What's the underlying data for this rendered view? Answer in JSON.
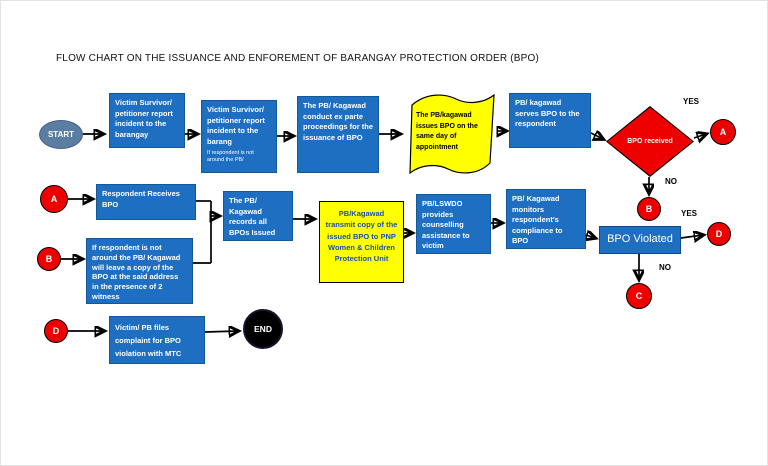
{
  "title": "FLOW CHART ON THE ISSUANCE AND ENFOREMENT OF BARANGAY PROTECTION ORDER (BPO)",
  "colors": {
    "box_blue": "#1e6fc2",
    "accent_yellow": "#ffff00",
    "connector_red": "#ee0000",
    "start_fill": "#5b7da2",
    "end_fill": "#000000"
  },
  "nodes": {
    "start": "START",
    "report_barangay": "Victim Survivor/ petitioner report incident to the barangay",
    "report_barangay2": "Victim Survivor/ petitioner report incident to the barang",
    "report_barangay2_note": "If respondent is not around the PB/",
    "ex_parte": "The PB/ Kagawad conduct ex parte proceedings for the issuance of BPO",
    "issue_same_day": "The PB/kagawad issues  BPO on the same day of appointment",
    "serve_respondent": "PB/ kagawad serves BPO to the respondent",
    "decision_received": "BPO received",
    "respondent_receives": "Respondent Receives BPO",
    "leave_copy": "If respondent is not around the PB/ Kagawad will leave  a copy of the BPO at the said address in the presence of 2 witness",
    "records_bpo": "The PB/ Kagawad records all BPOs Issued",
    "transmit_pnp": "PB/Kagawad transmit copy of the issued BPO to PNP Women & Children Protection Unit",
    "counselling": "PB/LSWDO provides counselling assistance to victim",
    "monitors": "PB/ Kagawad monitors respondent's compliance to BPO",
    "violated": "BPO Violated",
    "file_complaint": "Victim/ PB files complaint for BPO violation with MTC",
    "end": "END"
  },
  "connectors": {
    "a_right": "A",
    "b_right": "B",
    "a_left": "A",
    "b_left": "B",
    "c": "C",
    "d_right": "D",
    "d_left": "D"
  },
  "branch_labels": {
    "received_yes": "YES",
    "received_no": "NO",
    "violated_yes": "YES",
    "violated_no": "NO"
  }
}
